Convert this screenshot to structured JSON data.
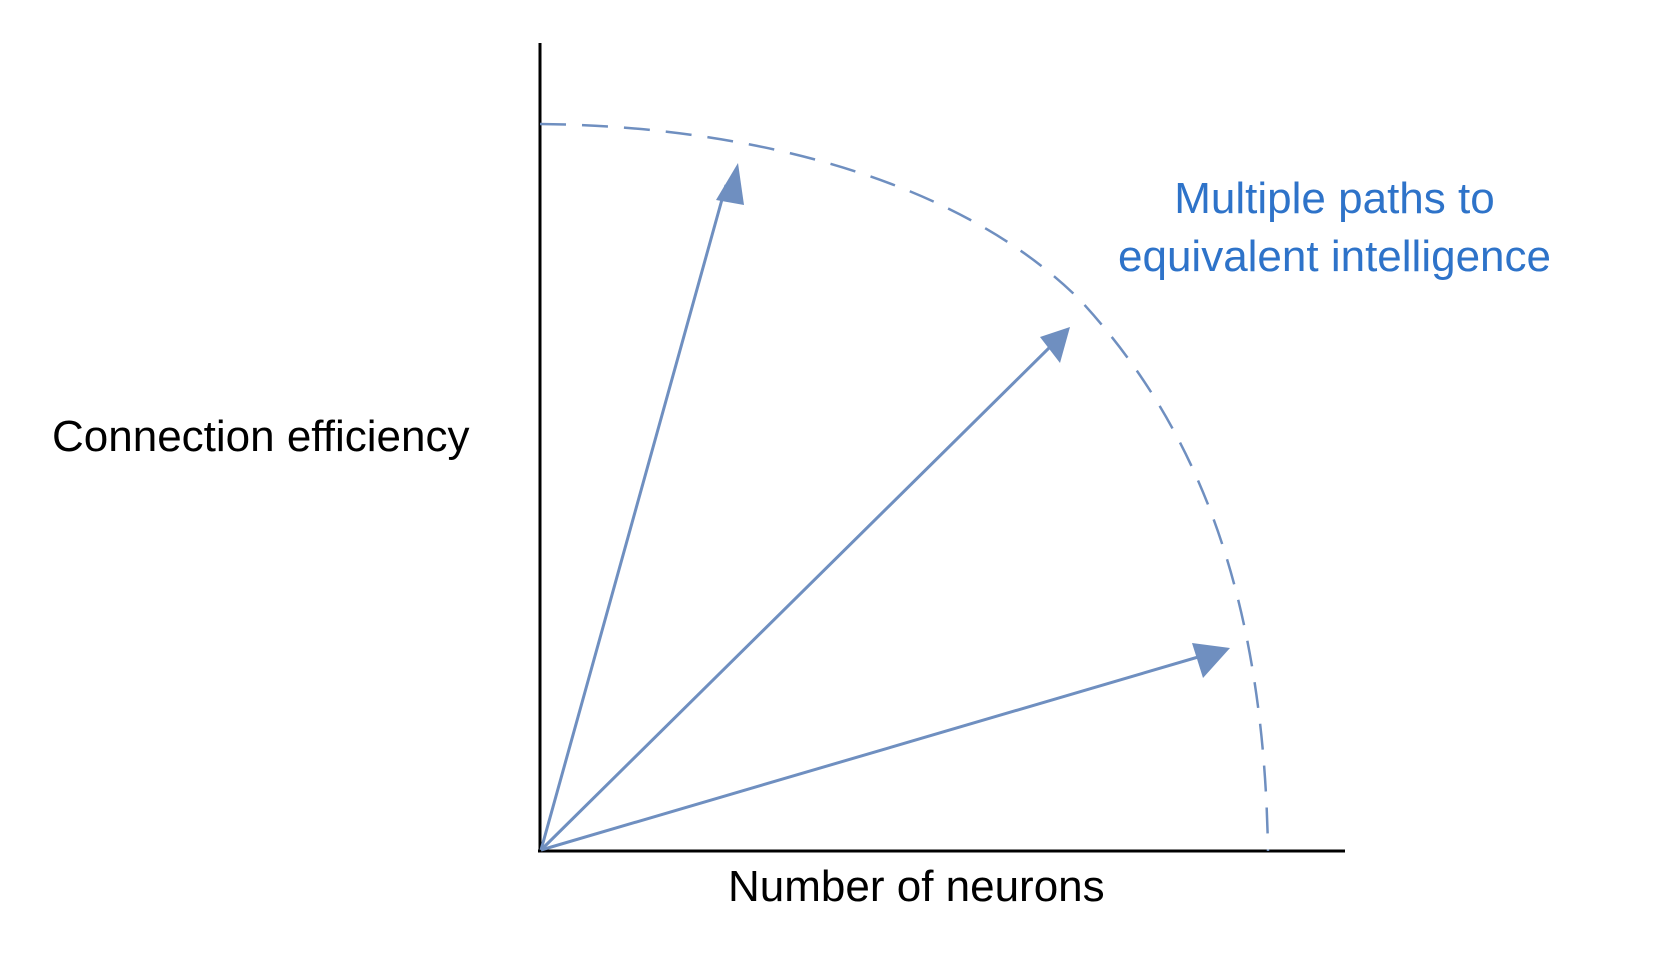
{
  "diagram": {
    "x_axis_label": "Number of neurons",
    "y_axis_label": "Connection efficiency",
    "annotation": {
      "line1": "Multiple paths to",
      "line2": "equivalent intelligence"
    },
    "arrows": [
      "steep-arrow",
      "diagonal-arrow",
      "shallow-arrow"
    ],
    "colors": {
      "axis": "#000000",
      "arrow": "#6F8FC0",
      "frontier": "#6F8FC0",
      "annotation": "#2E73C9",
      "text": "#000000"
    }
  }
}
